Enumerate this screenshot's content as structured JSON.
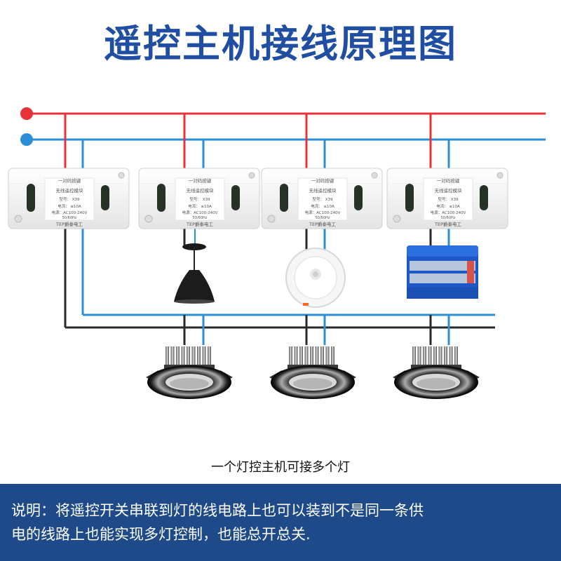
{
  "title": "遥控主机接线原理图",
  "module": {
    "header": "一对码按键",
    "name": "无线遥控模块",
    "model": "型号：  X39",
    "current": "电流：  ≤10A",
    "voltage": "电源：AC100-240V",
    "freq": "50/60Hz",
    "brand": "TEP爵泰电工"
  },
  "caption": "一个灯控主机可接多个灯",
  "footer": {
    "line1": "说明：将遥控开关串联到灯的线电路上也可以装到不是同一条供",
    "line2": "电的线路上也能实现多灯控制，也能总开总关."
  },
  "colors": {
    "live_wire": "#e8323a",
    "neutral_wire": "#2a8fd8",
    "load_wire": "#2a2a2a",
    "title": "#1f4ea3",
    "footer_bg": "#1f4a8a"
  }
}
